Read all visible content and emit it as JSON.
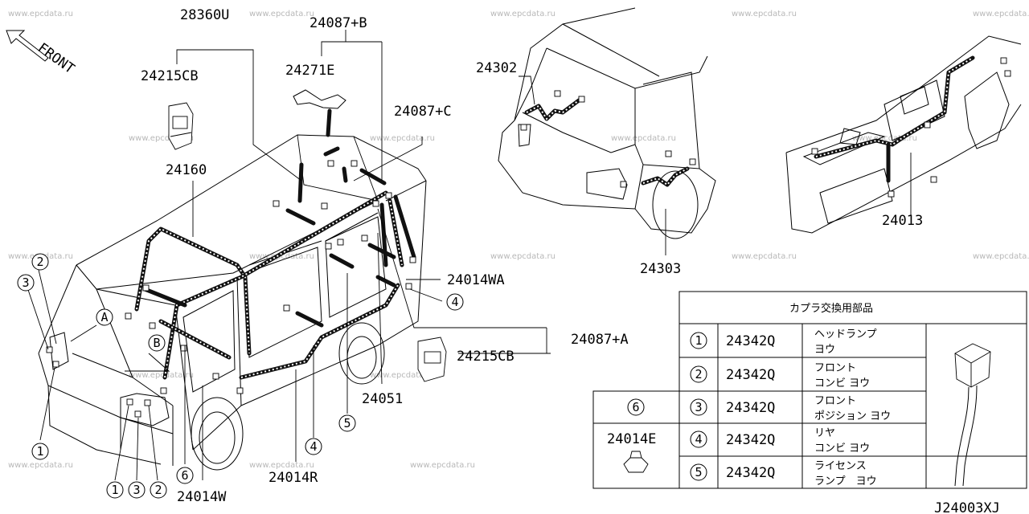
{
  "watermark": "www.epcdata.ru",
  "front_label": "FRONT",
  "diagram_code": "J24003XJ",
  "part_labels": {
    "p28360U": "28360U",
    "p24087B": "24087+B",
    "p24215CB_top": "24215CB",
    "p24271E": "24271E",
    "p24087C": "24087+C",
    "p24160": "24160",
    "p24014WA": "24014WA",
    "p24087A": "24087+A",
    "p24215CB_mid": "24215CB",
    "p24051": "24051",
    "p24014R": "24014R",
    "p24014W": "24014W",
    "p24302": "24302",
    "p24303": "24303",
    "p24013": "24013",
    "p24014E": "24014E"
  },
  "callouts": {
    "c1a": "1",
    "c2a": "2",
    "c3a": "3",
    "c1b": "1",
    "c3b": "3",
    "c2b": "2",
    "c6": "6",
    "c4a": "4",
    "c4b": "4",
    "c5": "5",
    "A": "A",
    "B": "B"
  },
  "table": {
    "header": "カプラ交換用部品",
    "rows": [
      {
        "num": "1",
        "part": "24342Q",
        "desc1": "ヘッドランプ",
        "desc2": "ヨウ"
      },
      {
        "num": "2",
        "part": "24342Q",
        "desc1": "フロント",
        "desc2": "コンビ ヨウ"
      },
      {
        "num": "3",
        "part": "24342Q",
        "desc1": "フロント",
        "desc2": "ポジション ヨウ"
      },
      {
        "num": "4",
        "part": "24342Q",
        "desc1": "リヤ",
        "desc2": "コンビ ヨウ"
      },
      {
        "num": "5",
        "part": "24342Q",
        "desc1": "ライセンス",
        "desc2": "ランプ　ヨウ"
      }
    ],
    "side_num": "6",
    "side_part": "24014E"
  }
}
